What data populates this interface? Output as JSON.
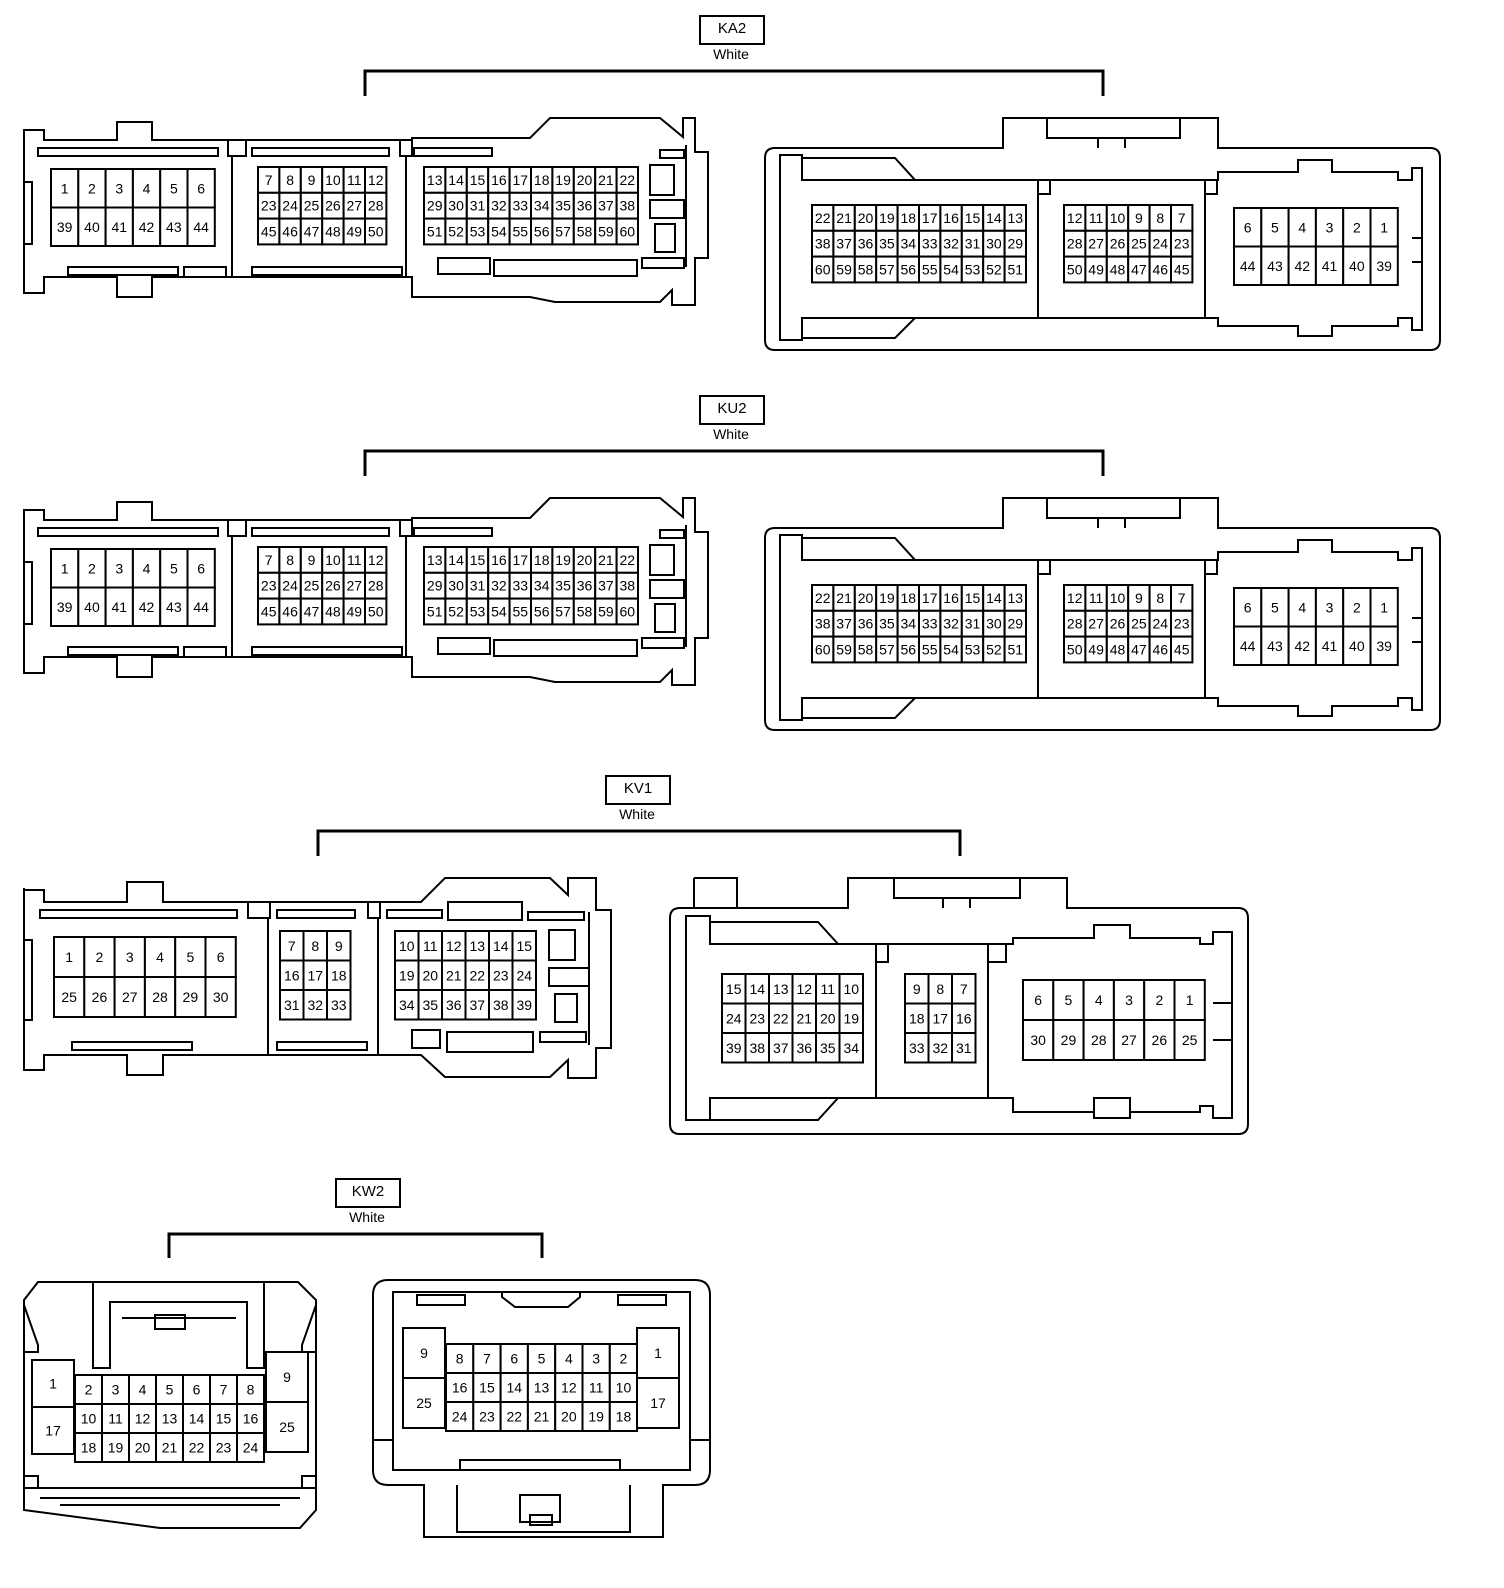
{
  "connectors": [
    {
      "name": "KA2",
      "color": "White",
      "left_view": {
        "groups": [
          {
            "cols": 6,
            "rows": [
              [
                "1",
                "2",
                "3",
                "4",
                "5",
                "6"
              ],
              [
                "39",
                "40",
                "41",
                "42",
                "43",
                "44"
              ]
            ]
          },
          {
            "cols": 6,
            "rows": [
              [
                "7",
                "8",
                "9",
                "10",
                "11",
                "12"
              ],
              [
                "23",
                "24",
                "25",
                "26",
                "27",
                "28"
              ],
              [
                "45",
                "46",
                "47",
                "48",
                "49",
                "50"
              ]
            ]
          },
          {
            "cols": 10,
            "rows": [
              [
                "13",
                "14",
                "15",
                "16",
                "17",
                "18",
                "19",
                "20",
                "21",
                "22"
              ],
              [
                "29",
                "30",
                "31",
                "32",
                "33",
                "34",
                "35",
                "36",
                "37",
                "38"
              ],
              [
                "51",
                "52",
                "53",
                "54",
                "55",
                "56",
                "57",
                "58",
                "59",
                "60"
              ]
            ]
          }
        ]
      },
      "right_view": {
        "groups": [
          {
            "cols": 10,
            "rows": [
              [
                "22",
                "21",
                "20",
                "19",
                "18",
                "17",
                "16",
                "15",
                "14",
                "13"
              ],
              [
                "38",
                "37",
                "36",
                "35",
                "34",
                "33",
                "32",
                "31",
                "30",
                "29"
              ],
              [
                "60",
                "59",
                "58",
                "57",
                "56",
                "55",
                "54",
                "53",
                "52",
                "51"
              ]
            ]
          },
          {
            "cols": 6,
            "rows": [
              [
                "12",
                "11",
                "10",
                "9",
                "8",
                "7"
              ],
              [
                "28",
                "27",
                "26",
                "25",
                "24",
                "23"
              ],
              [
                "50",
                "49",
                "48",
                "47",
                "46",
                "45"
              ]
            ]
          },
          {
            "cols": 6,
            "rows": [
              [
                "6",
                "5",
                "4",
                "3",
                "2",
                "1"
              ],
              [
                "44",
                "43",
                "42",
                "41",
                "40",
                "39"
              ]
            ]
          }
        ]
      }
    },
    {
      "name": "KU2",
      "color": "White",
      "left_view": {
        "groups": [
          {
            "cols": 6,
            "rows": [
              [
                "1",
                "2",
                "3",
                "4",
                "5",
                "6"
              ],
              [
                "39",
                "40",
                "41",
                "42",
                "43",
                "44"
              ]
            ]
          },
          {
            "cols": 6,
            "rows": [
              [
                "7",
                "8",
                "9",
                "10",
                "11",
                "12"
              ],
              [
                "23",
                "24",
                "25",
                "26",
                "27",
                "28"
              ],
              [
                "45",
                "46",
                "47",
                "48",
                "49",
                "50"
              ]
            ]
          },
          {
            "cols": 10,
            "rows": [
              [
                "13",
                "14",
                "15",
                "16",
                "17",
                "18",
                "19",
                "20",
                "21",
                "22"
              ],
              [
                "29",
                "30",
                "31",
                "32",
                "33",
                "34",
                "35",
                "36",
                "37",
                "38"
              ],
              [
                "51",
                "52",
                "53",
                "54",
                "55",
                "56",
                "57",
                "58",
                "59",
                "60"
              ]
            ]
          }
        ]
      },
      "right_view": {
        "groups": [
          {
            "cols": 10,
            "rows": [
              [
                "22",
                "21",
                "20",
                "19",
                "18",
                "17",
                "16",
                "15",
                "14",
                "13"
              ],
              [
                "38",
                "37",
                "36",
                "35",
                "34",
                "33",
                "32",
                "31",
                "30",
                "29"
              ],
              [
                "60",
                "59",
                "58",
                "57",
                "56",
                "55",
                "54",
                "53",
                "52",
                "51"
              ]
            ]
          },
          {
            "cols": 6,
            "rows": [
              [
                "12",
                "11",
                "10",
                "9",
                "8",
                "7"
              ],
              [
                "28",
                "27",
                "26",
                "25",
                "24",
                "23"
              ],
              [
                "50",
                "49",
                "48",
                "47",
                "46",
                "45"
              ]
            ]
          },
          {
            "cols": 6,
            "rows": [
              [
                "6",
                "5",
                "4",
                "3",
                "2",
                "1"
              ],
              [
                "44",
                "43",
                "42",
                "41",
                "40",
                "39"
              ]
            ]
          }
        ]
      }
    },
    {
      "name": "KV1",
      "color": "White",
      "left_view": {
        "groups": [
          {
            "cols": 6,
            "rows": [
              [
                "1",
                "2",
                "3",
                "4",
                "5",
                "6"
              ],
              [
                "25",
                "26",
                "27",
                "28",
                "29",
                "30"
              ]
            ]
          },
          {
            "cols": 3,
            "rows": [
              [
                "7",
                "8",
                "9"
              ],
              [
                "16",
                "17",
                "18"
              ],
              [
                "31",
                "32",
                "33"
              ]
            ]
          },
          {
            "cols": 6,
            "rows": [
              [
                "10",
                "11",
                "12",
                "13",
                "14",
                "15"
              ],
              [
                "19",
                "20",
                "21",
                "22",
                "23",
                "24"
              ],
              [
                "34",
                "35",
                "36",
                "37",
                "38",
                "39"
              ]
            ]
          }
        ]
      },
      "right_view": {
        "groups": [
          {
            "cols": 6,
            "rows": [
              [
                "15",
                "14",
                "13",
                "12",
                "11",
                "10"
              ],
              [
                "24",
                "23",
                "22",
                "21",
                "20",
                "19"
              ],
              [
                "39",
                "38",
                "37",
                "36",
                "35",
                "34"
              ]
            ]
          },
          {
            "cols": 3,
            "rows": [
              [
                "9",
                "8",
                "7"
              ],
              [
                "18",
                "17",
                "16"
              ],
              [
                "33",
                "32",
                "31"
              ]
            ]
          },
          {
            "cols": 6,
            "rows": [
              [
                "6",
                "5",
                "4",
                "3",
                "2",
                "1"
              ],
              [
                "30",
                "29",
                "28",
                "27",
                "26",
                "25"
              ]
            ]
          }
        ]
      }
    },
    {
      "name": "KW2",
      "color": "White",
      "left_view": {
        "side_left": [
          "1",
          "17"
        ],
        "middle": [
          [
            "2",
            "3",
            "4",
            "5",
            "6",
            "7",
            "8"
          ],
          [
            "10",
            "11",
            "12",
            "13",
            "14",
            "15",
            "16"
          ],
          [
            "18",
            "19",
            "20",
            "21",
            "22",
            "23",
            "24"
          ]
        ],
        "side_right": [
          "9",
          "25"
        ]
      },
      "right_view": {
        "side_left": [
          "9",
          "25"
        ],
        "middle": [
          [
            "8",
            "7",
            "6",
            "5",
            "4",
            "3",
            "2"
          ],
          [
            "16",
            "15",
            "14",
            "13",
            "12",
            "11",
            "10"
          ],
          [
            "24",
            "23",
            "22",
            "21",
            "20",
            "19",
            "18"
          ]
        ],
        "side_right": [
          "1",
          "17"
        ]
      }
    }
  ]
}
